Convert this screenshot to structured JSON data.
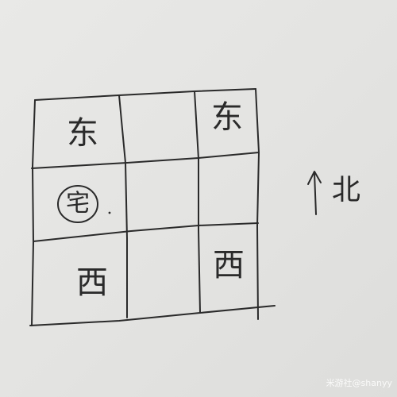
{
  "grid": {
    "cells": {
      "top_left": "东",
      "top_right": "东",
      "middle_left_circled": "宅",
      "bottom_left": "西",
      "bottom_right": "西"
    }
  },
  "compass": {
    "north_label": "北"
  },
  "watermark": "米游社@shanyy",
  "colors": {
    "paper": "#e6e6e4",
    "ink": "#2a2a2a"
  }
}
